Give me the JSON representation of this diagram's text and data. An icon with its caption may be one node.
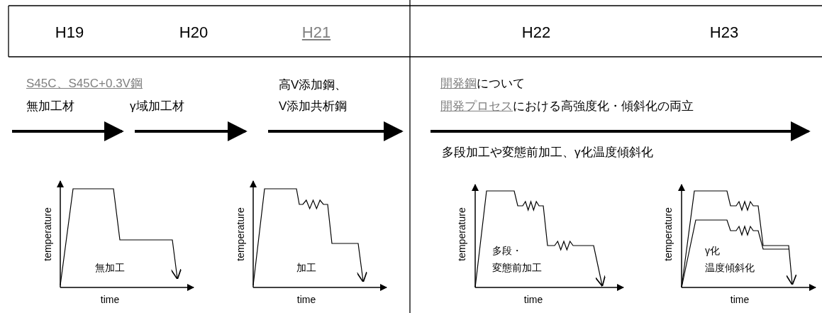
{
  "diagram": {
    "labels": [
      "H19",
      "H20",
      "H21",
      "H22",
      "H23",
      "S45C、S45C+0.3V鋼",
      "無加工材",
      "γ域加工材",
      "高V添加鋼、",
      "V添加共析鋼",
      "開発鋼",
      "について",
      "開発プロセス",
      "における高強度化・傾斜化の両立",
      "多段加工や変態前加工、γ化温度傾斜化",
      "temperature",
      "無加工",
      "time",
      "temperature",
      "加工",
      "time",
      "temperature",
      "多段・",
      "変態前加工",
      "time",
      "temperature",
      "γ化",
      "温度傾斜化",
      "time"
    ]
  }
}
